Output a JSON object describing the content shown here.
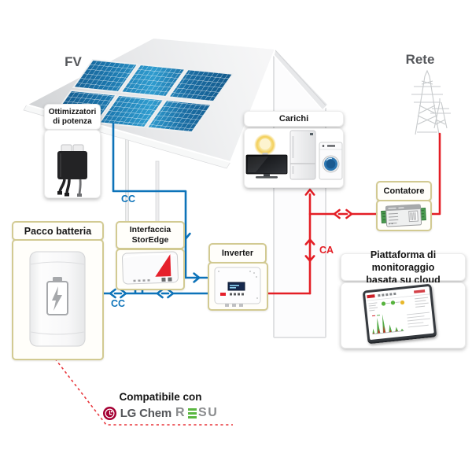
{
  "colors": {
    "dc_blue": "#0d73b9",
    "ac_red": "#e41e25",
    "box_border_khaki": "#d2ca92",
    "panel_blue": "#1b76ad",
    "lg_crimson": "#a50034",
    "resu_green": "#5bb741"
  },
  "labels": {
    "pv": "FV",
    "grid": "Rete",
    "dc_roof": "CC",
    "dc_battery": "CC",
    "ac": "CA"
  },
  "boxes": {
    "optimizers": {
      "title_line1": "Ottimizzatori",
      "title_line2": "di potenza"
    },
    "battery": {
      "title": "Pacco batteria"
    },
    "interface": {
      "title_line1": "Interfaccia",
      "title_line2": "StorEdge"
    },
    "inverter": {
      "title": "Inverter"
    },
    "loads": {
      "title": "Carichi"
    },
    "meter": {
      "title": "Contatore"
    },
    "monitoring": {
      "title_line1": "Piattaforma di monitoraggio",
      "title_line2": "basata su cloud"
    }
  },
  "compatibility": {
    "label": "Compatibile con",
    "brand": "LG Chem",
    "product_r": "R",
    "product_su": "SU"
  },
  "icons": [
    "pv-panel-array",
    "power-optimizer-device",
    "battery-icon",
    "storedge-interface-device",
    "inverter-device",
    "lightbulb-icon",
    "tv-icon",
    "fridge-icon",
    "washing-machine-icon",
    "energy-meter-device",
    "transmission-towers-icon",
    "monitoring-tablet",
    "lg-logo-icon",
    "resu-e-bars-icon"
  ]
}
